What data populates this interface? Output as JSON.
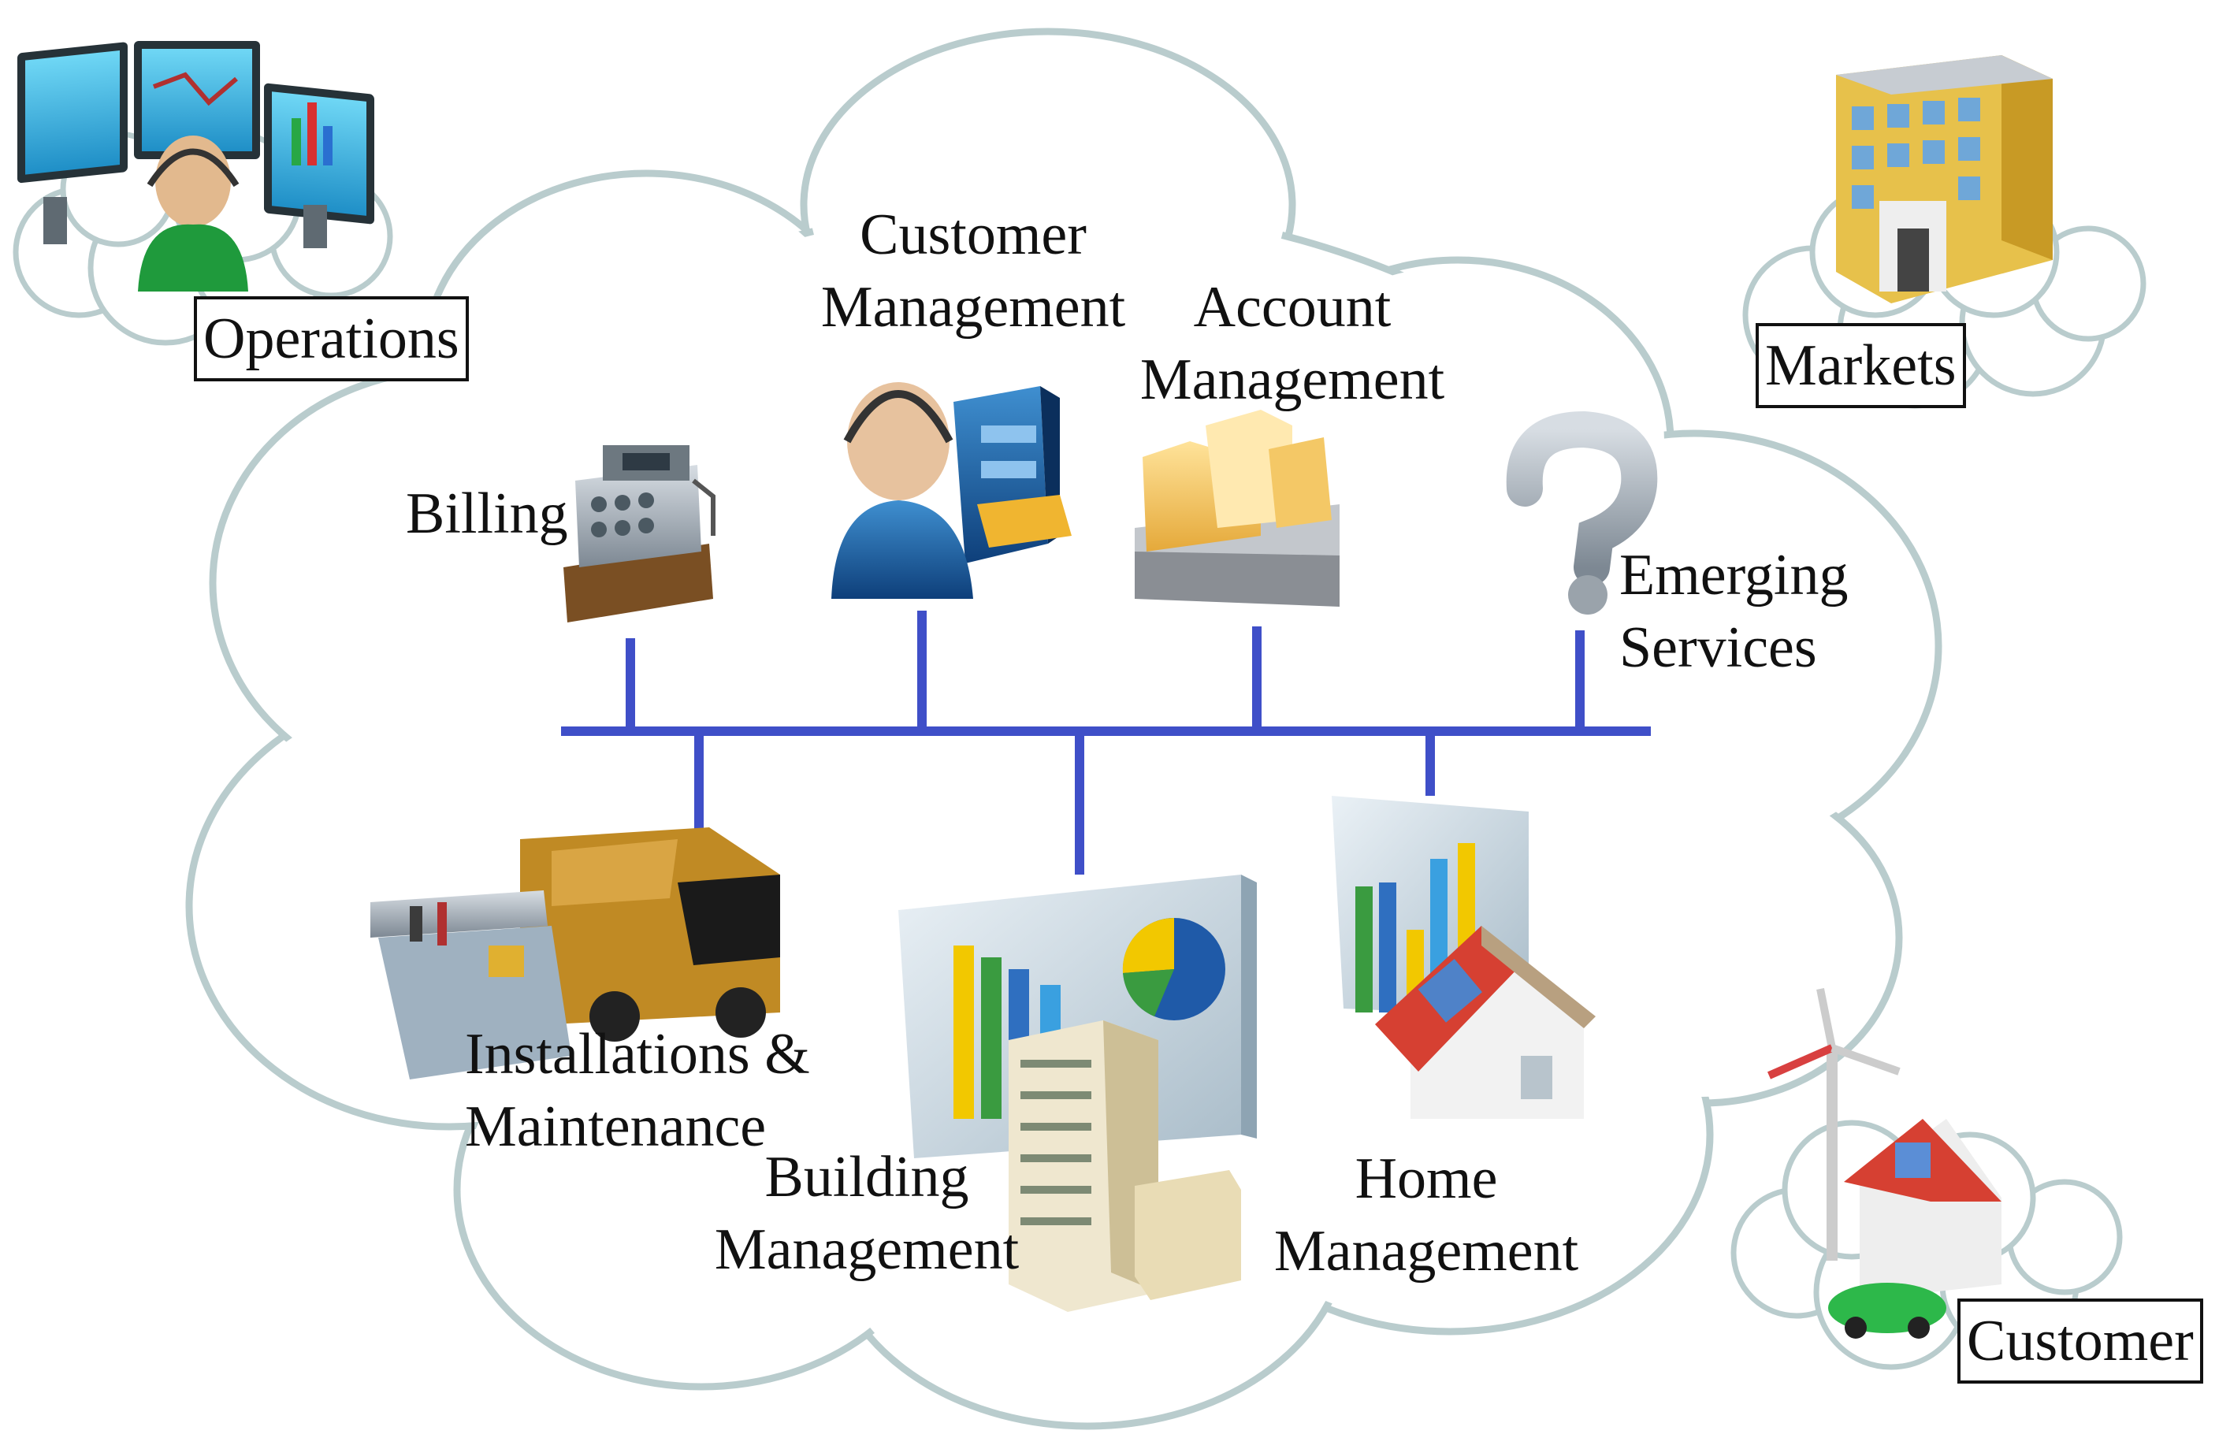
{
  "cloud": {
    "outline_color": "#b9cccd"
  },
  "bus": {
    "color": "#3f4fc8"
  },
  "labels": {
    "operations": "Operations",
    "markets": "Markets",
    "customer": "Customer",
    "billing": "Billing",
    "customer_management": [
      "Customer",
      "Management"
    ],
    "account_management": [
      "Account",
      "Management"
    ],
    "emerging_services": [
      "Emerging",
      "Services"
    ],
    "installations_maintenance": [
      "Installations &",
      "Maintenance"
    ],
    "building_management": [
      "Building",
      "Management"
    ],
    "home_management": [
      "Home",
      "Management"
    ]
  },
  "icons": {
    "operations": "operator-monitors-icon",
    "markets": "office-building-icon",
    "customer": "house-turbine-car-icon",
    "billing": "cash-register-icon",
    "customer_management": "agent-file-cabinet-icon",
    "account_management": "folder-tray-icon",
    "emerging_services": "question-mark-icon",
    "installations_maintenance": "toolbox-van-icon",
    "building_management": "chart-building-icon",
    "home_management": "chart-house-icon"
  }
}
